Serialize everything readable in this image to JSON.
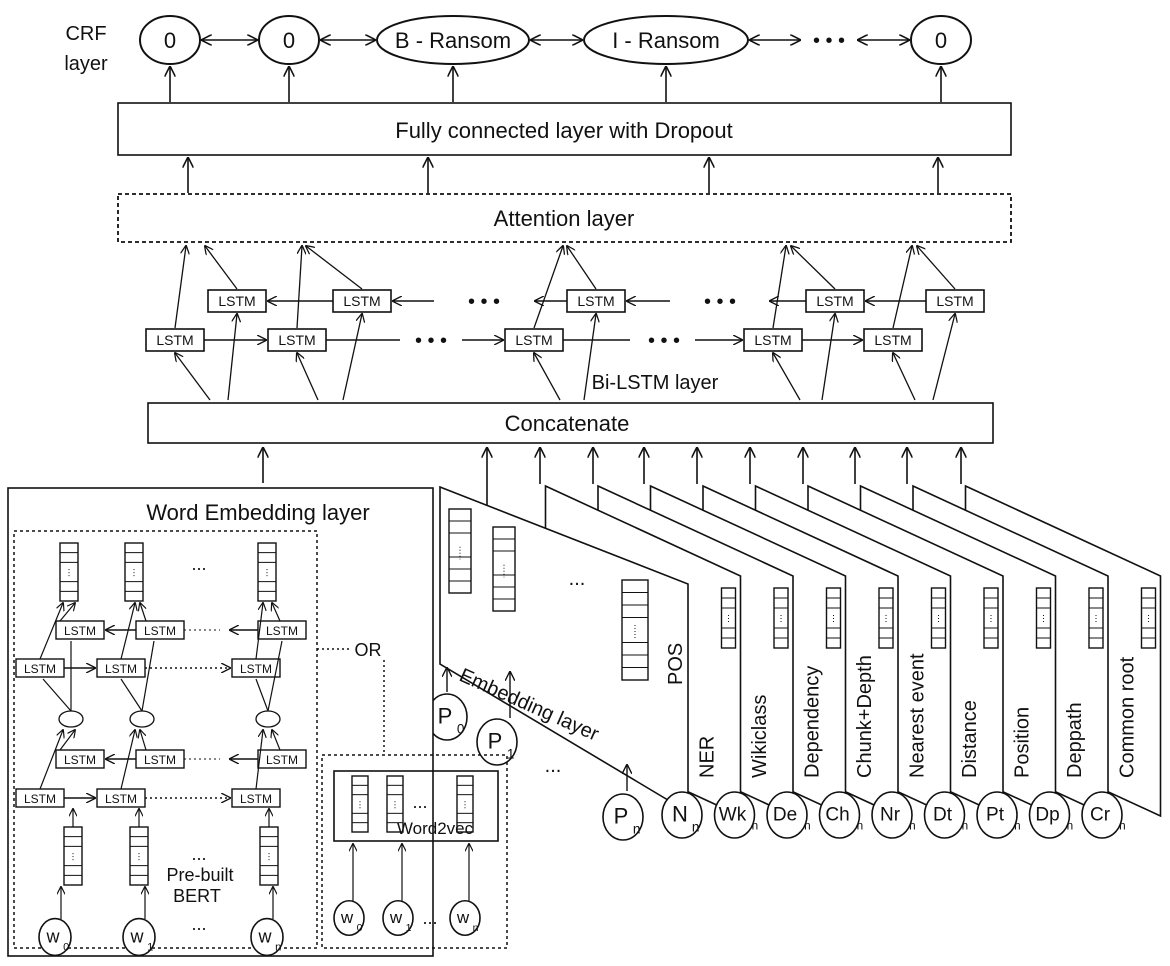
{
  "crf": {
    "label_line1": "CRF",
    "label_line2": "layer",
    "nodes": [
      "0",
      "0",
      "B - Ransom",
      "I - Ransom",
      "0"
    ],
    "dots": "• • •"
  },
  "fully_connected": {
    "label": "Fully connected layer with Dropout"
  },
  "attention": {
    "label": "Attention layer"
  },
  "bilstm": {
    "label": "Bi-LSTM  layer",
    "cell": "LSTM",
    "dots": "• • •"
  },
  "concatenate": {
    "label": "Concatenate"
  },
  "word_embedding": {
    "title": "Word Embedding layer",
    "or_label": "OR",
    "bert_line1": "Pre-built",
    "bert_line2": "BERT",
    "word2vec": "Word2vec",
    "ellipsis": "...",
    "inputs": [
      {
        "base": "w",
        "sub": "0"
      },
      {
        "base": "w",
        "sub": "1"
      },
      {
        "base": "w",
        "sub": "n"
      }
    ]
  },
  "feature_sheets": {
    "embedding_label": "Embedding layer",
    "labels": [
      "POS",
      "NER",
      "Wikiclass",
      "Dependency",
      "Chunk+Depth",
      "Nearest event",
      "Distance",
      "Position",
      "Deppath",
      "Common root"
    ],
    "ellipsis": "...",
    "p_inputs": [
      {
        "base": "P",
        "sub": "0"
      },
      {
        "base": "P",
        "sub": "1"
      },
      {
        "base": "P",
        "sub": "n"
      }
    ],
    "feature_inputs": [
      {
        "base": "N",
        "sub": "n"
      },
      {
        "base": "Wk",
        "sub": "n"
      },
      {
        "base": "De",
        "sub": "n"
      },
      {
        "base": "Ch",
        "sub": "n"
      },
      {
        "base": "Nr",
        "sub": "n"
      },
      {
        "base": "Dt",
        "sub": "n"
      },
      {
        "base": "Pt",
        "sub": "n"
      },
      {
        "base": "Dp",
        "sub": "n"
      },
      {
        "base": "Cr",
        "sub": "n"
      }
    ]
  }
}
